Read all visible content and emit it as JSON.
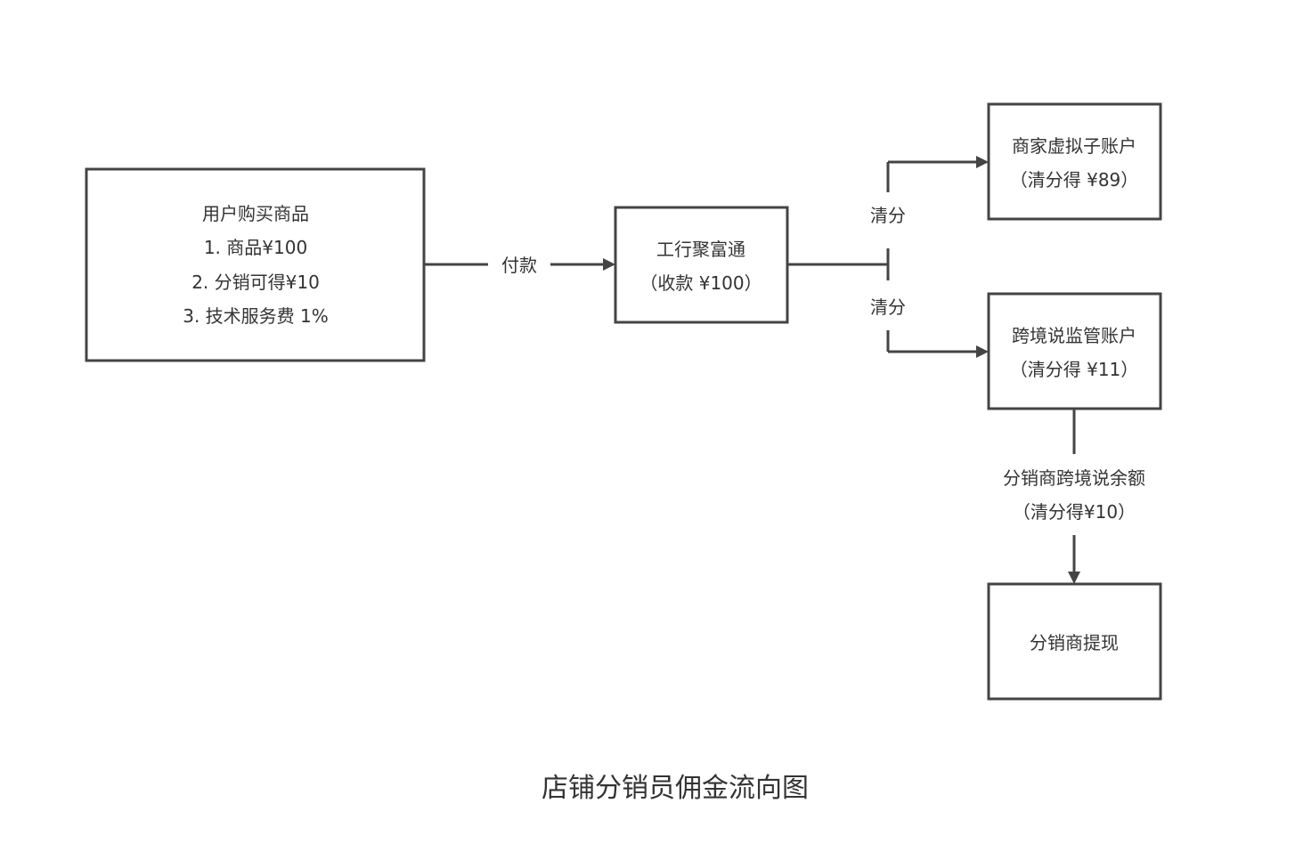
{
  "diagram": {
    "nodes": {
      "user": {
        "lines": [
          "用户购买商品",
          "1. 商品¥100",
          "2. 分销可得¥10",
          "3. 技术服务费 1%"
        ]
      },
      "icbc": {
        "lines": [
          "工行聚富通",
          "（收款 ¥100）"
        ]
      },
      "merchant": {
        "lines": [
          "商家虚拟子账户",
          "（清分得 ¥89）"
        ]
      },
      "supervision": {
        "lines": [
          "跨境说监管账户",
          "（清分得 ¥11）"
        ]
      },
      "withdraw": {
        "lines": [
          "分销商提现"
        ]
      }
    },
    "edges": {
      "pay": {
        "label": "付款"
      },
      "clear_top": {
        "label": "清分"
      },
      "clear_bottom": {
        "label": "清分"
      },
      "balance": {
        "lines": [
          "分销商跨境说余额",
          "（清分得¥10）"
        ]
      }
    },
    "title": "店铺分销员佣金流向图"
  }
}
